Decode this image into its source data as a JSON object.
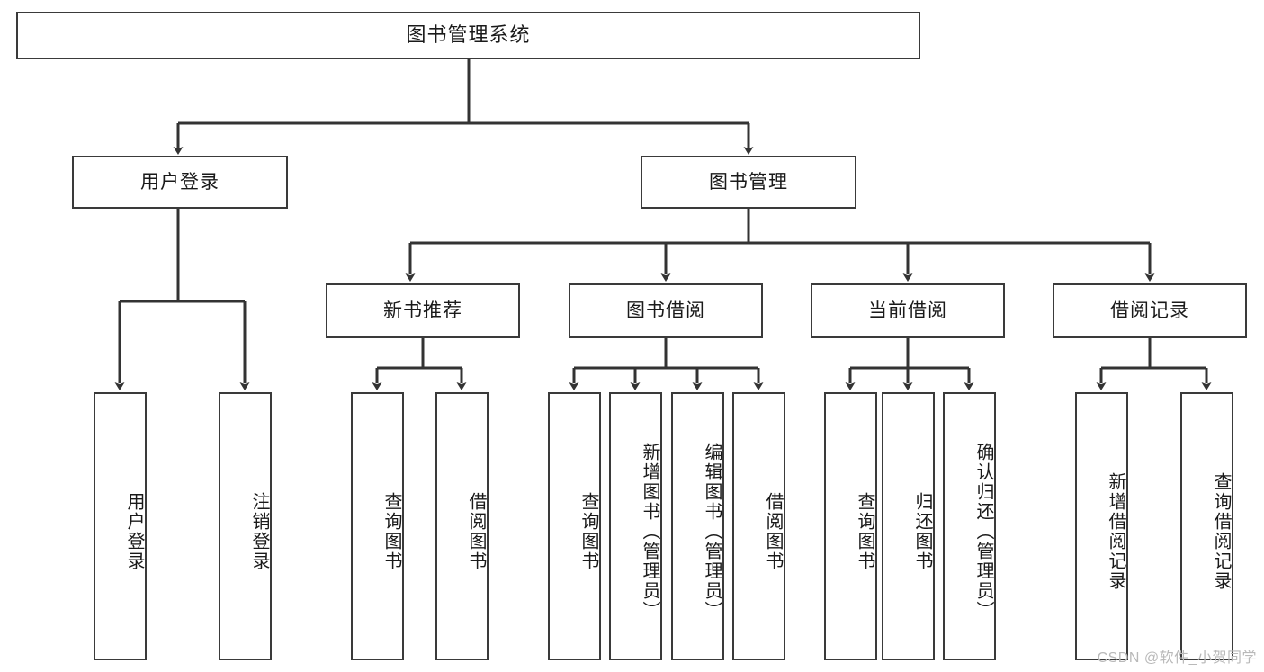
{
  "diagram": {
    "title": "图书管理系统",
    "type": "hierarchy-tree",
    "colors": {
      "node_border": "#3a3a3a",
      "node_fill": "#ffffff",
      "edge": "#333333",
      "text": "#1a1a1a",
      "watermark": "#b9b9b9",
      "background": "#ffffff"
    },
    "watermark": "CSDN @软件_小贺同学",
    "levels": {
      "root": {
        "label": "图书管理系统"
      },
      "level2": [
        {
          "label": "用户登录"
        },
        {
          "label": "图书管理"
        }
      ],
      "level3": [
        {
          "label": "新书推荐"
        },
        {
          "label": "图书借阅"
        },
        {
          "label": "当前借阅"
        },
        {
          "label": "借阅记录"
        }
      ],
      "leaves_user_login": [
        {
          "label": "用户登录"
        },
        {
          "label": "注销登录"
        }
      ],
      "leaves_new_book": [
        {
          "label": "查询图书"
        },
        {
          "label": "借阅图书"
        }
      ],
      "leaves_borrow": [
        {
          "label": "查询图书"
        },
        {
          "label": "新增图书（管理员）"
        },
        {
          "label": "编辑图书（管理员）"
        },
        {
          "label": "借阅图书"
        }
      ],
      "leaves_current": [
        {
          "label": "查询图书"
        },
        {
          "label": "归还图书"
        },
        {
          "label": "确认归还（管理员）"
        }
      ],
      "leaves_record": [
        {
          "label": "新增借阅记录"
        },
        {
          "label": "查询借阅记录"
        }
      ]
    }
  }
}
